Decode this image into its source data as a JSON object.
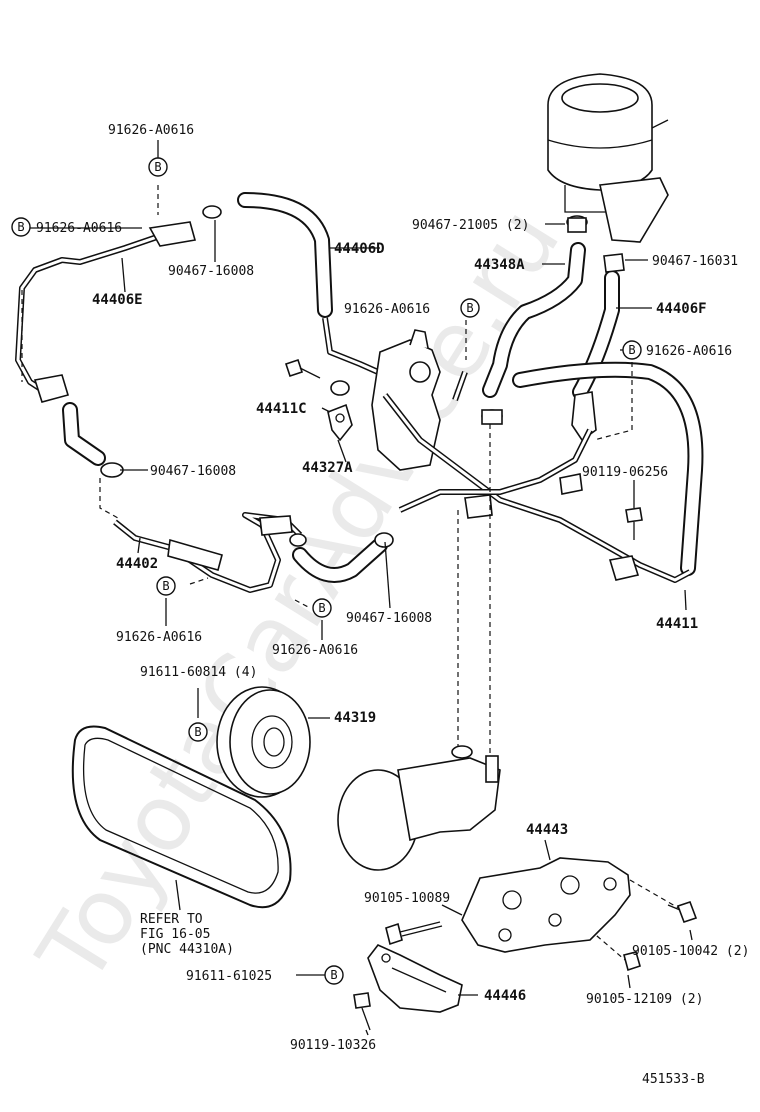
{
  "watermark": "ToyotaCarAdvice.ru",
  "figure_id": "451533-B",
  "badge_letter": "B",
  "labels": {
    "p91626_top": "91626-A0616",
    "p91626_left": "91626-A0616",
    "p90467_16008_top": "90467-16008",
    "p44406E": "44406E",
    "p44406D": "44406D",
    "p90467_21005": "90467-21005 (2)",
    "p44348A": "44348A",
    "p90467_16031": "90467-16031",
    "p44406F": "44406F",
    "p91626_mid": "91626-A0616",
    "p91626_right": "91626-A0616",
    "p44411C": "44411C",
    "p44327A": "44327A",
    "p90467_16008_left": "90467-16008",
    "p90119_06256": "90119-06256",
    "p44402": "44402",
    "p90467_16008_bottom": "90467-16008",
    "p44411": "44411",
    "p91626_bl": "91626-A0616",
    "p91626_bm": "91626-A0616",
    "p91611_60814": "91611-60814 (4)",
    "p44319": "44319",
    "p44443": "44443",
    "p90105_10089": "90105-10089",
    "p90105_10042": "90105-10042 (2)",
    "p91611_61025": "91611-61025",
    "p44446": "44446",
    "p90105_12109": "90105-12109 (2)",
    "p90119_10326": "90119-10326",
    "refer_line1": "REFER TO",
    "refer_line2": "FIG 16-05",
    "refer_line3": "(PNC 44310A)"
  }
}
